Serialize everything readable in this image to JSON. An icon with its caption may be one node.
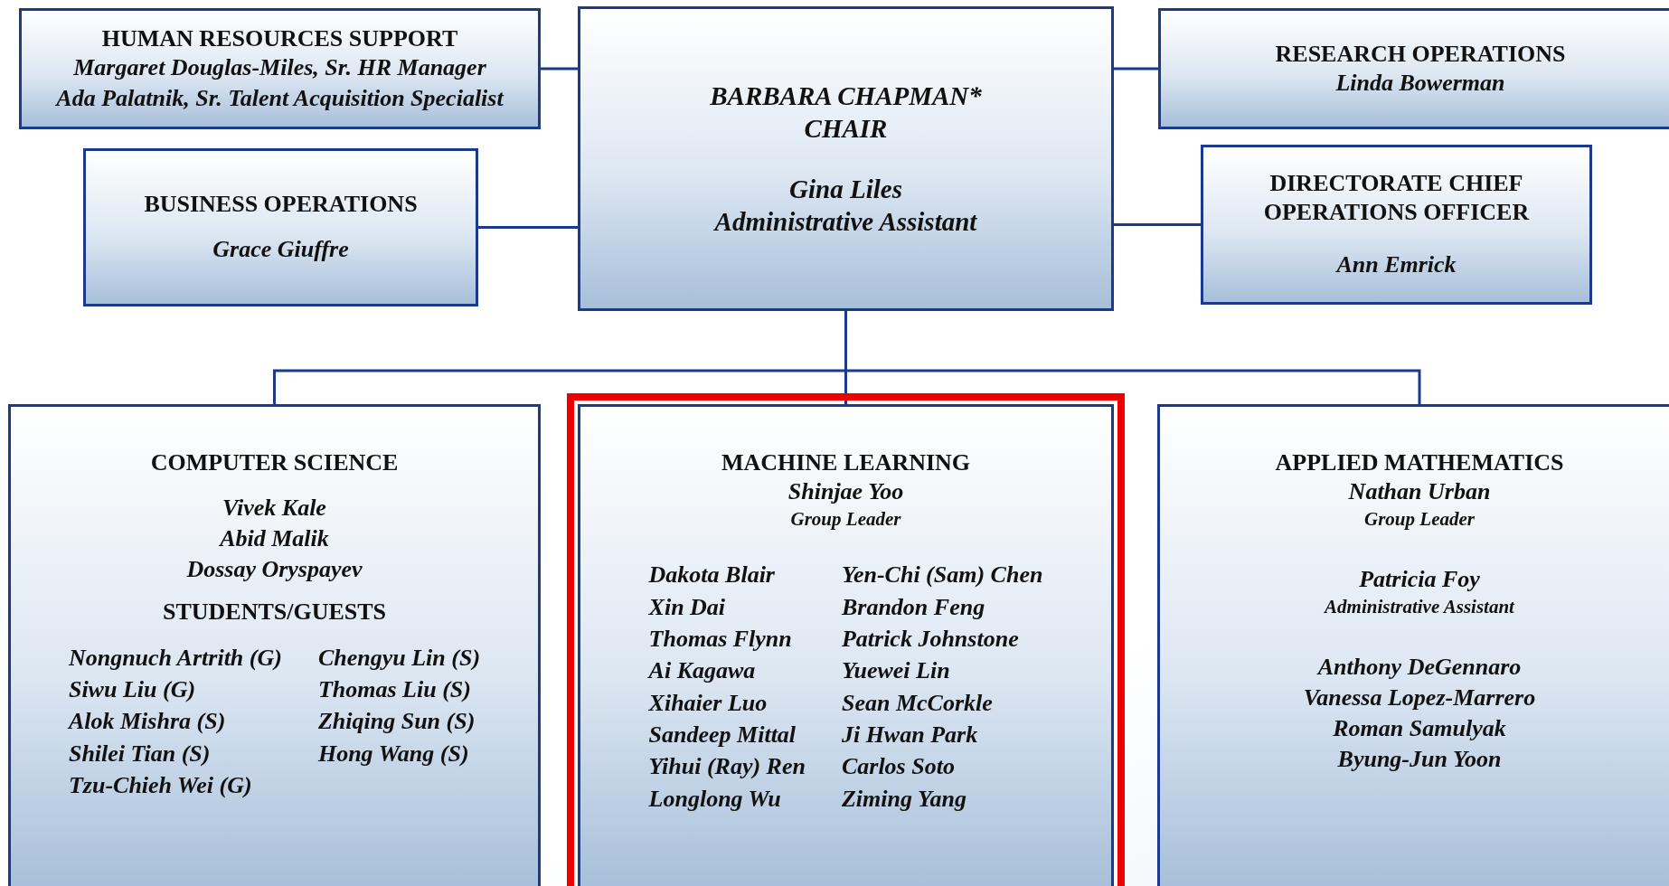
{
  "diagram": {
    "nodes": [
      {
        "text": [
          "HUMAN RESOURCES SUPPORT",
          "Margaret Douglas-Miles, Sr. HR Manager",
          "Ada Palatnik, Sr. Talent Acquisition Specialist"
        ]
      },
      {
        "text": [
          "BARBARA CHAPMAN*",
          "CHAIR",
          "Gina Liles",
          "Administrative Assistant"
        ]
      },
      {
        "text": [
          "RESEARCH OPERATIONS",
          "Linda Bowerman"
        ]
      },
      {
        "text": [
          "BUSINESS OPERATIONS",
          "Grace Giuffre"
        ]
      },
      {
        "text": [
          "DIRECTORATE CHIEF OPERATIONS OFFICER",
          "Ann Emrick"
        ]
      },
      {
        "text": [
          "COMPUTER SCIENCE",
          "Vivek Kale",
          "Abid Malik",
          "Dossay Oryspayev",
          "STUDENTS/GUESTS",
          "Nongnuch Artrith (G)",
          "Siwu Liu (G)",
          "Alok Mishra (S)",
          "Shilei Tian (S)",
          "Tzu-Chieh Wei (G)",
          "Chengyu Lin (S)",
          "Thomas Liu (S)",
          "Zhiqing Sun (S)",
          "Hong Wang (S)"
        ]
      },
      {
        "text": [
          "MACHINE LEARNING",
          "Shinjae Yoo",
          "Group Leader",
          "Dakota Blair",
          "Xin Dai",
          "Thomas Flynn",
          "Ai Kagawa",
          "Xihaier Luo",
          "Sandeep Mittal",
          "Yihui (Ray) Ren",
          "Longlong Wu",
          "Yen-Chi (Sam) Chen",
          "Brandon Feng",
          "Patrick Johnstone",
          "Yuewei Lin",
          "Sean McCorkle",
          "Ji Hwan Park",
          "Carlos Soto",
          "Ziming Yang"
        ]
      },
      {
        "text": [
          "APPLIED MATHEMATICS",
          "Nathan Urban",
          "Group Leader",
          "Patricia Foy",
          "Administrative Assistant",
          "Anthony DeGennaro",
          "Vanessa Lopez-Marrero",
          "Roman Samulyak",
          "Byung-Jun Yoon"
        ]
      }
    ],
    "edges": [
      {
        "from": 1,
        "to": 0,
        "arrow": "none"
      },
      {
        "from": 1,
        "to": 2,
        "arrow": "none"
      },
      {
        "from": 1,
        "to": 3,
        "arrow": "none"
      },
      {
        "from": 1,
        "to": 4,
        "arrow": "none"
      },
      {
        "from": 1,
        "to": 5,
        "arrow": "none"
      },
      {
        "from": 1,
        "to": 6,
        "arrow": "none"
      },
      {
        "from": 1,
        "to": 7,
        "arrow": "none"
      }
    ]
  }
}
